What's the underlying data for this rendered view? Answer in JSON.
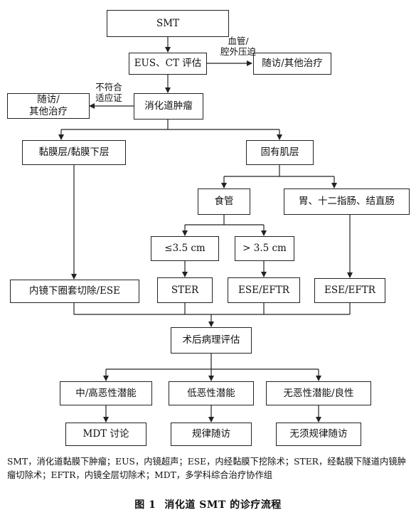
{
  "nodes": {
    "smt": "SMT",
    "eus_ct": "EUS、CT 评估",
    "followup_other_top": "随访/其他治疗",
    "followup_other_left": [
      "随访/",
      "其他治疗"
    ],
    "git_tumor": "消化道肿瘤",
    "mucosa_layer": "黏膜层/黏膜下层",
    "muscularis_layer": "固有肌层",
    "esophagus": "食管",
    "stomach_duo_colon": "胃、十二指肠、结直肠",
    "le35": "≤3.5 cm",
    "gt35": "> 3.5 cm",
    "ster": "STER",
    "ese_eftr_mid": "ESE/EFTR",
    "ese_eftr_right": "ESE/EFTR",
    "endo_snare_ese": "内镜下圈套切除/ESE",
    "post_path": "术后病理评估",
    "mid_high": "中/高恶性潜能",
    "low": "低恶性潜能",
    "none_benign": "无恶性潜能/良性",
    "mdt": "MDT 讨论",
    "regular_followup": "规律随访",
    "no_regular_followup": "无须规律随访"
  },
  "edge_labels": {
    "vascular": [
      "血管/",
      "腔外压迫"
    ],
    "not_indicated": [
      "不符合",
      "适应证"
    ]
  },
  "caption": {
    "note": "SMT，消化道黏膜下肿瘤；EUS，内镜超声；ESE，内经黏膜下挖除术；STER，经黏膜下隧道内镜肿瘤切除术；EFTR，内镜全层切除术；MDT，多学科综合治疗协作组",
    "fig_no": "图 1",
    "fig_title": "消化道 SMT 的诊疗流程"
  }
}
